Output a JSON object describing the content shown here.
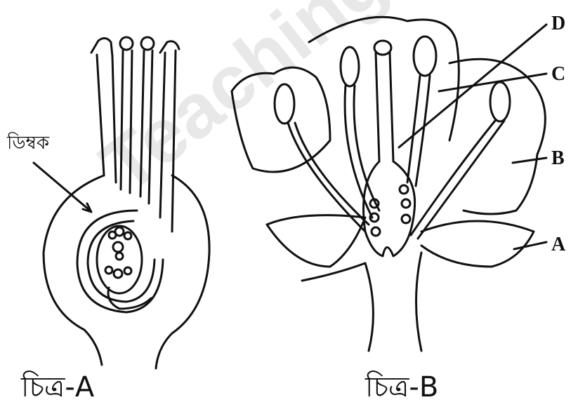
{
  "figure_a": {
    "label_ovule": "ডিম্বক",
    "caption": "চিত্র-A"
  },
  "figure_b": {
    "labels": {
      "a": "A",
      "b": "B",
      "c": "C",
      "d": "D"
    },
    "caption": "চিত্র-B"
  },
  "watermark": "Teachingbd.com",
  "colors": {
    "ink": "#111111",
    "watermark": "#969696"
  }
}
